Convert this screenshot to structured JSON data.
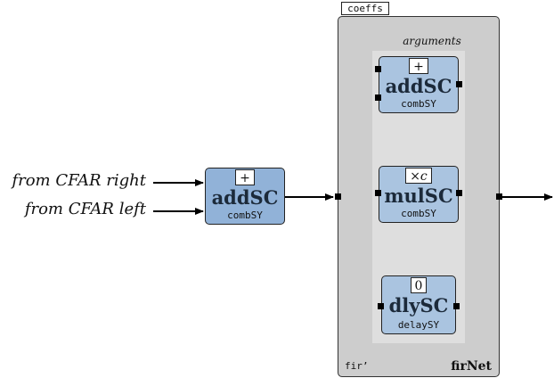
{
  "inputs": {
    "right": "from CFAR right",
    "left": "from CFAR left"
  },
  "add_block": {
    "op": "+",
    "name": "addSC",
    "sub": "combSY"
  },
  "net": {
    "tag": "coeffs",
    "args_label": "arguments",
    "footer_left": "fir’",
    "footer_right": "firNet",
    "add": {
      "op": "+",
      "name": "addSC",
      "sub": "combSY"
    },
    "mul": {
      "op": "×c",
      "name": "mulSC",
      "sub": "combSY"
    },
    "dly": {
      "op": "0",
      "name": "dlySC",
      "sub": "delaySY"
    }
  },
  "colors": {
    "block_light": "#aac4e0",
    "block_dark": "#91b2d8",
    "net_fill": "#cdcdcd",
    "args_fill": "#dedede"
  }
}
